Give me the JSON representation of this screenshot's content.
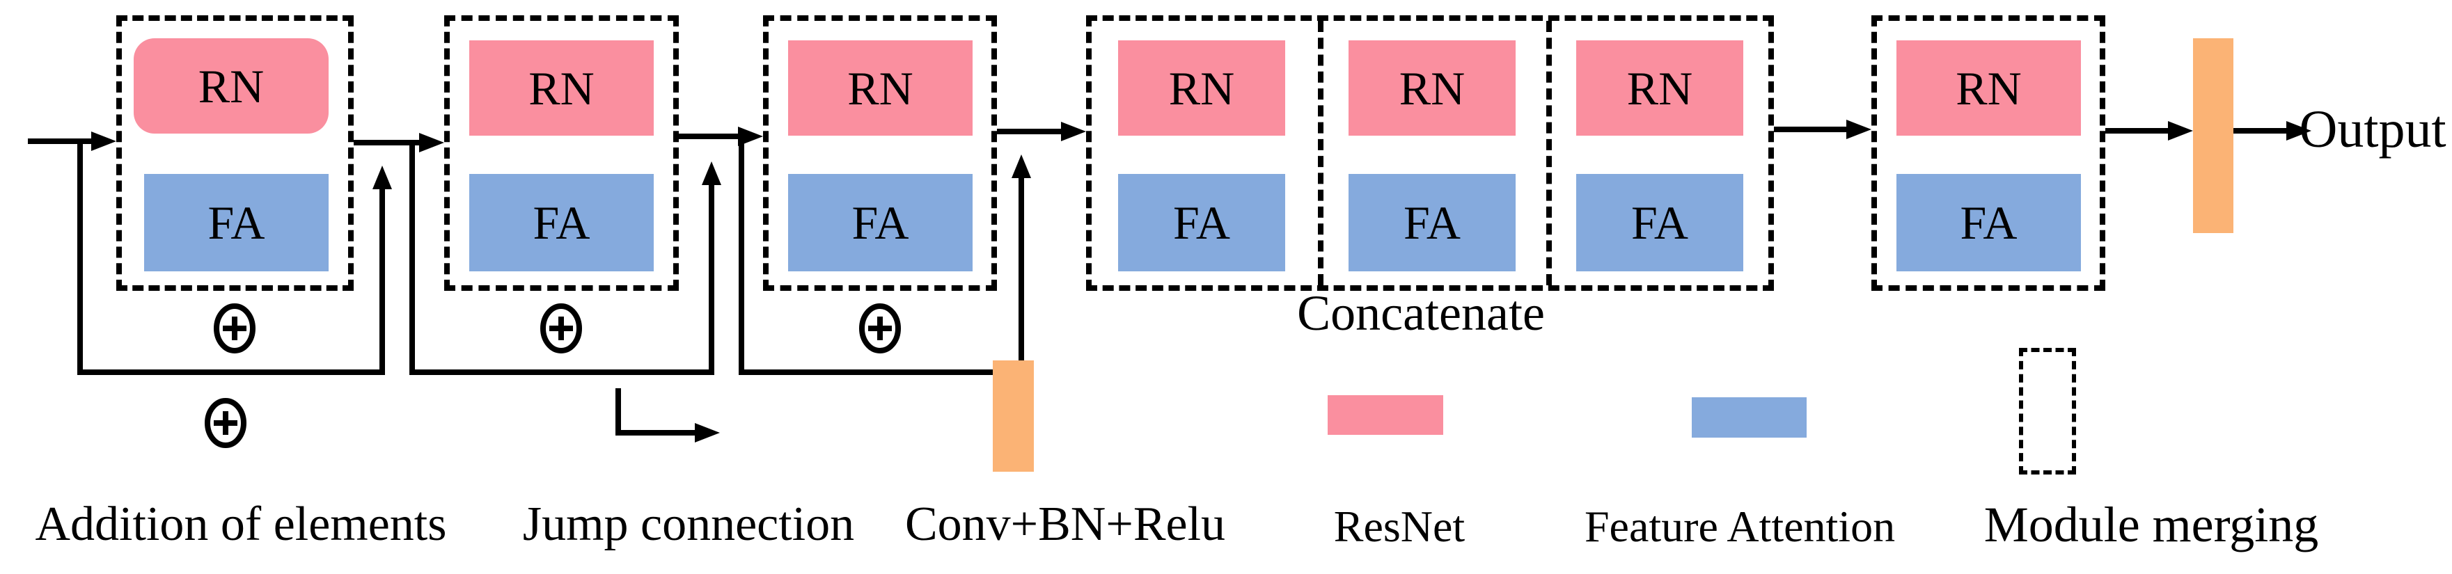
{
  "figure": {
    "output_label": "Output",
    "concatenate_label": "Concatenate",
    "block_labels": {
      "resnet": "RN",
      "feature_attention": "FA"
    }
  },
  "legend": {
    "addition_label": "Addition of elements",
    "jump_label": "Jump connection",
    "conv_label": "Conv+BN+Relu",
    "resnet_label": "ResNet",
    "feature_attention_label": "Feature Attention",
    "module_merging_label": "Module merging"
  },
  "icons": {
    "addition_symbol": "plus-circle-icon",
    "jump_symbol": "jump-connection-arrow-icon"
  },
  "colors": {
    "resnet_pink": "#FA8F9F",
    "feature_attention_blue": "#85AADD",
    "conv_orange": "#FBB375",
    "line_black": "#000000"
  }
}
